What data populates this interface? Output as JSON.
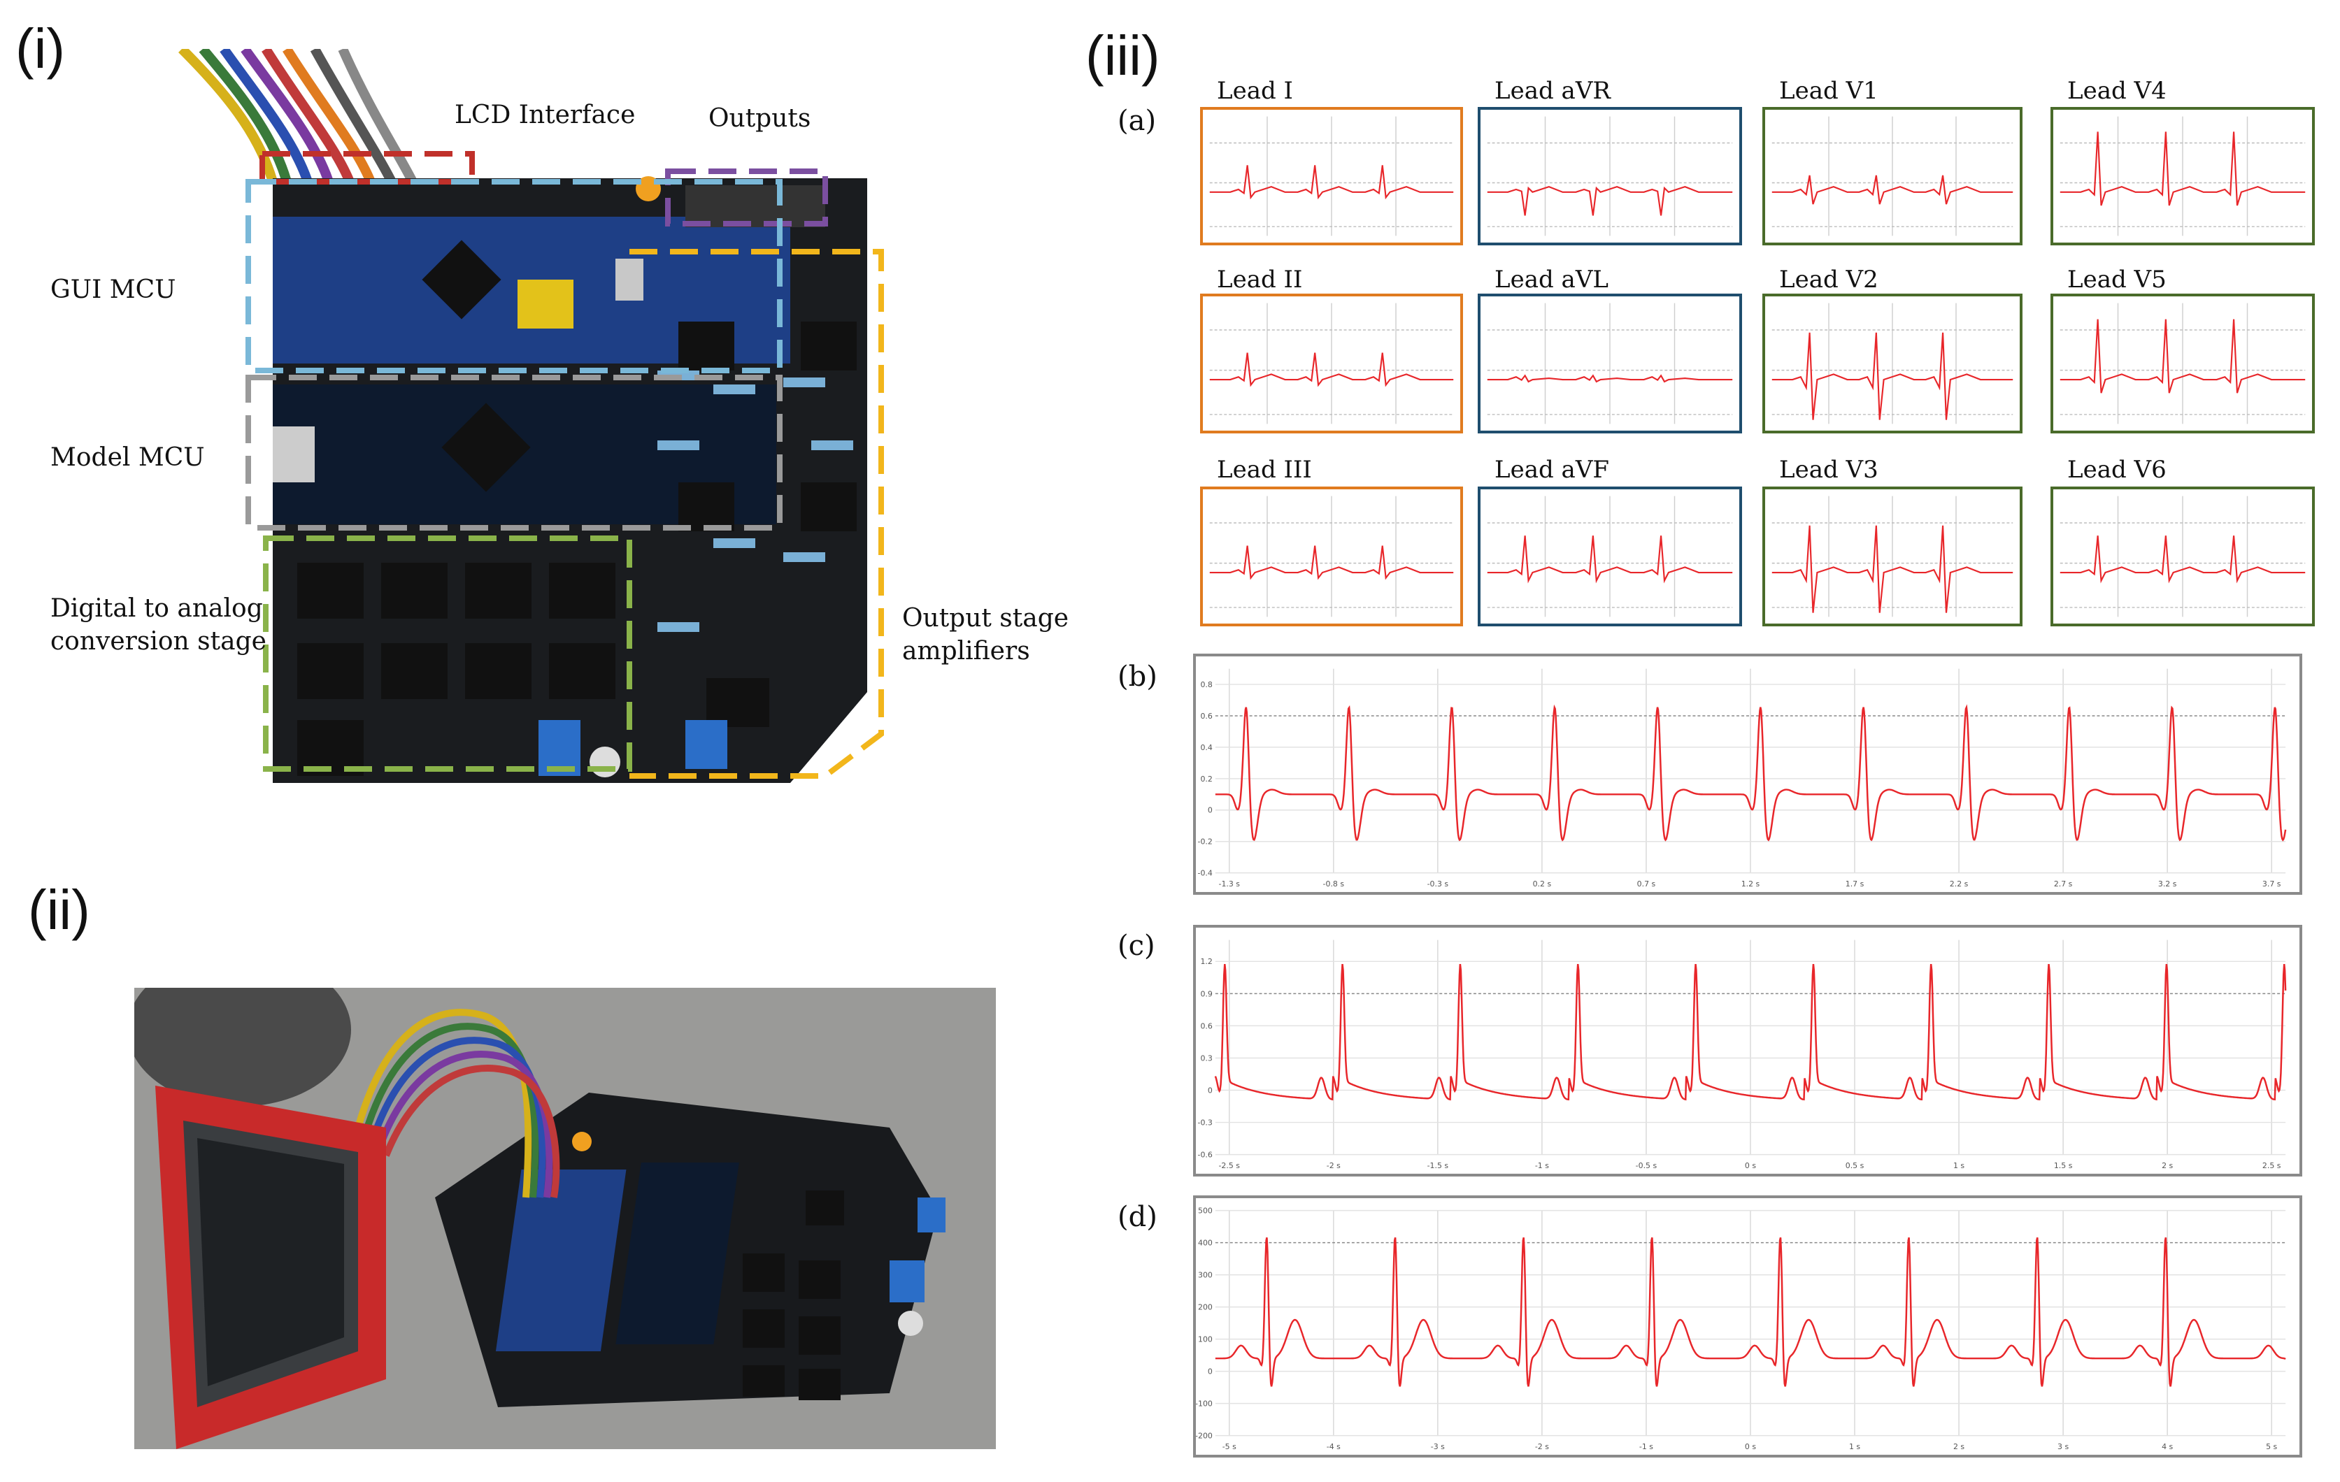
{
  "panels": {
    "i": "(i)",
    "ii": "(ii)",
    "iii": "(iii)"
  },
  "board_annotations": {
    "lcd_interface": "LCD Interface",
    "outputs": "Outputs",
    "gui_mcu": "GUI MCU",
    "model_mcu": "Model MCU",
    "dac_stage_line1": "Digital to analog",
    "dac_stage_line2": "conversion stage",
    "output_amp_line1": "Output stage",
    "output_amp_line2": "amplifiers"
  },
  "sub_panels": {
    "a": "(a)",
    "b": "(b)",
    "c": "(c)",
    "d": "(d)"
  },
  "leads": [
    {
      "name": "Lead I",
      "group": "limb"
    },
    {
      "name": "Lead aVR",
      "group": "augmented"
    },
    {
      "name": "Lead V1",
      "group": "precordial"
    },
    {
      "name": "Lead V4",
      "group": "precordial"
    },
    {
      "name": "Lead II",
      "group": "limb"
    },
    {
      "name": "Lead aVL",
      "group": "augmented"
    },
    {
      "name": "Lead V2",
      "group": "precordial"
    },
    {
      "name": "Lead V5",
      "group": "precordial"
    },
    {
      "name": "Lead III",
      "group": "limb"
    },
    {
      "name": "Lead aVF",
      "group": "augmented"
    },
    {
      "name": "Lead V3",
      "group": "precordial"
    },
    {
      "name": "Lead V6",
      "group": "precordial"
    }
  ],
  "colors": {
    "limb": "#e07b1f",
    "augmented": "#1f4e6e",
    "precordial": "#4a6b2a",
    "trace": "#e8262a",
    "lcd_box": "#c0302a",
    "outputs_box": "#7b4fa0",
    "gui_box": "#7ab8d8",
    "model_box": "#9a9a9a",
    "dac_box": "#8ab34a",
    "amp_box": "#f2b61b"
  },
  "chart_data": [
    {
      "type": "line",
      "panel": "(b)",
      "x_ticks": [
        "-1.3 s",
        "-0.8 s",
        "-0.3 s",
        "0.2 s",
        "0.7 s",
        "1.2 s",
        "1.7 s",
        "2.2 s",
        "2.7 s",
        "3.2 s",
        "3.7 s"
      ],
      "y_ticks": [
        "0.8",
        "0.6",
        "0.4",
        "0.2",
        "0",
        "-0.2",
        "-0.4"
      ],
      "ylim": [
        -0.4,
        0.9
      ],
      "xlim": [
        -1.5,
        3.7
      ],
      "beat_period": 0.5,
      "peak": 0.62
    },
    {
      "type": "line",
      "panel": "(c)",
      "x_ticks": [
        "-2.5 s",
        "-2 s",
        "-1.5 s",
        "-1 s",
        "-0.5 s",
        "0 s",
        "0.5 s",
        "1 s",
        "1.5 s",
        "2 s",
        "2.5 s"
      ],
      "y_ticks": [
        "1.2",
        "0.9",
        "0.6",
        "0.3",
        "0",
        "-0.3",
        "-0.6"
      ],
      "ylim": [
        -0.6,
        1.4
      ],
      "xlim": [
        -2.5,
        2.5
      ],
      "beat_period": 0.55,
      "peak": 1.1
    },
    {
      "type": "line",
      "panel": "(d)",
      "x_ticks": [
        "-5 s",
        "-4 s",
        "-3 s",
        "-2 s",
        "-1 s",
        "0 s",
        "1 s",
        "2 s",
        "3 s",
        "4 s",
        "5 s"
      ],
      "y_ticks": [
        "500",
        "400",
        "300",
        "200",
        "100",
        "0",
        "-100",
        "-200"
      ],
      "ylim": [
        -200,
        500
      ],
      "xlim": [
        -5,
        5
      ],
      "beat_period": 1.2,
      "peak": 400
    }
  ]
}
